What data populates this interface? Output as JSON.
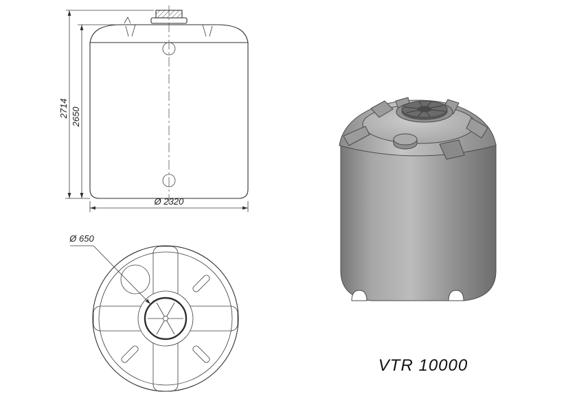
{
  "drawing": {
    "model_label": "VTR 10000",
    "front_view": {
      "dim_total_height": "2714",
      "dim_body_height": "2650",
      "dim_diameter": "Ø 2320"
    },
    "top_view": {
      "dim_manhole": "Ø 650"
    }
  },
  "colors": {
    "line_dark": "#2e2e2e",
    "tank_gray": "#a6a6a6",
    "dome_gray": "#bdbdbd",
    "lid_dark": "#5a5a5a"
  }
}
